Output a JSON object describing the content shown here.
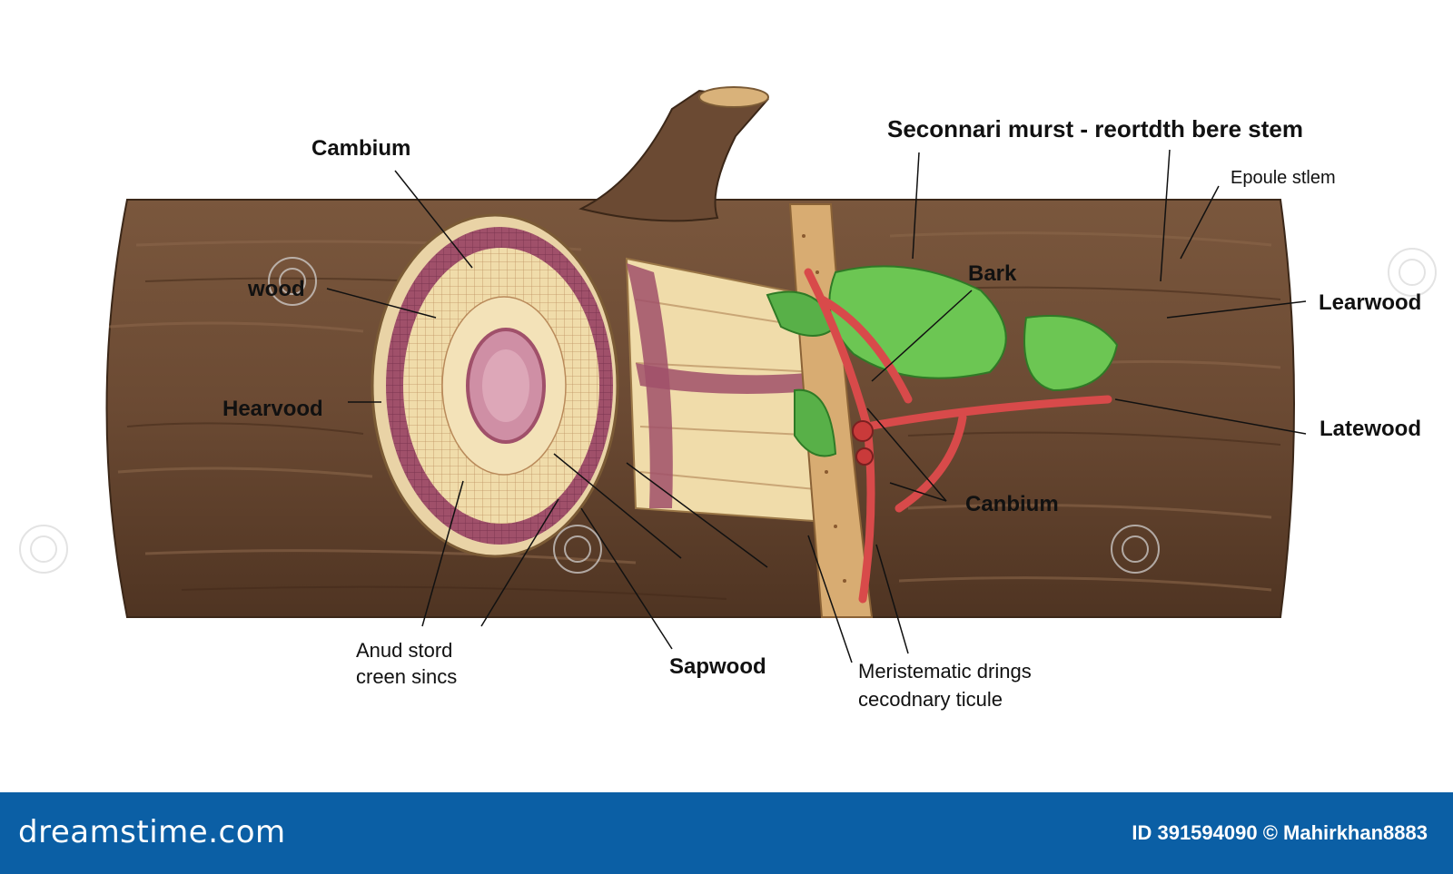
{
  "diagram": {
    "title": "Seconnari murst - reortdth bere stem",
    "labels": {
      "cambium_top": "Cambium",
      "wood": "wood",
      "hearvood": "Hearvood",
      "anud_line1": "Anud stord",
      "anud_line2": "creen sincs",
      "sapwood": "Sapwood",
      "meristematic_line1": "Meristematic drings",
      "meristematic_line2": "cecodnary ticule",
      "canbium": "Canbium",
      "bark": "Bark",
      "epoule": "Epoule stlem",
      "learwood": "Learwood",
      "latewood": "Latewood"
    },
    "colors": {
      "bark": "#6b4a33",
      "bark_dark": "#4f3422",
      "ring_pink": "#a0506a",
      "xylem_cream": "#f0dcaa",
      "pith": "#cf8fa5",
      "vessel_red": "#d84a4a",
      "leaf_green": "#6cc653"
    }
  },
  "footer": {
    "logo": "dreamstime.com",
    "credit": "ID 391594090 © Mahirkhan8883"
  }
}
